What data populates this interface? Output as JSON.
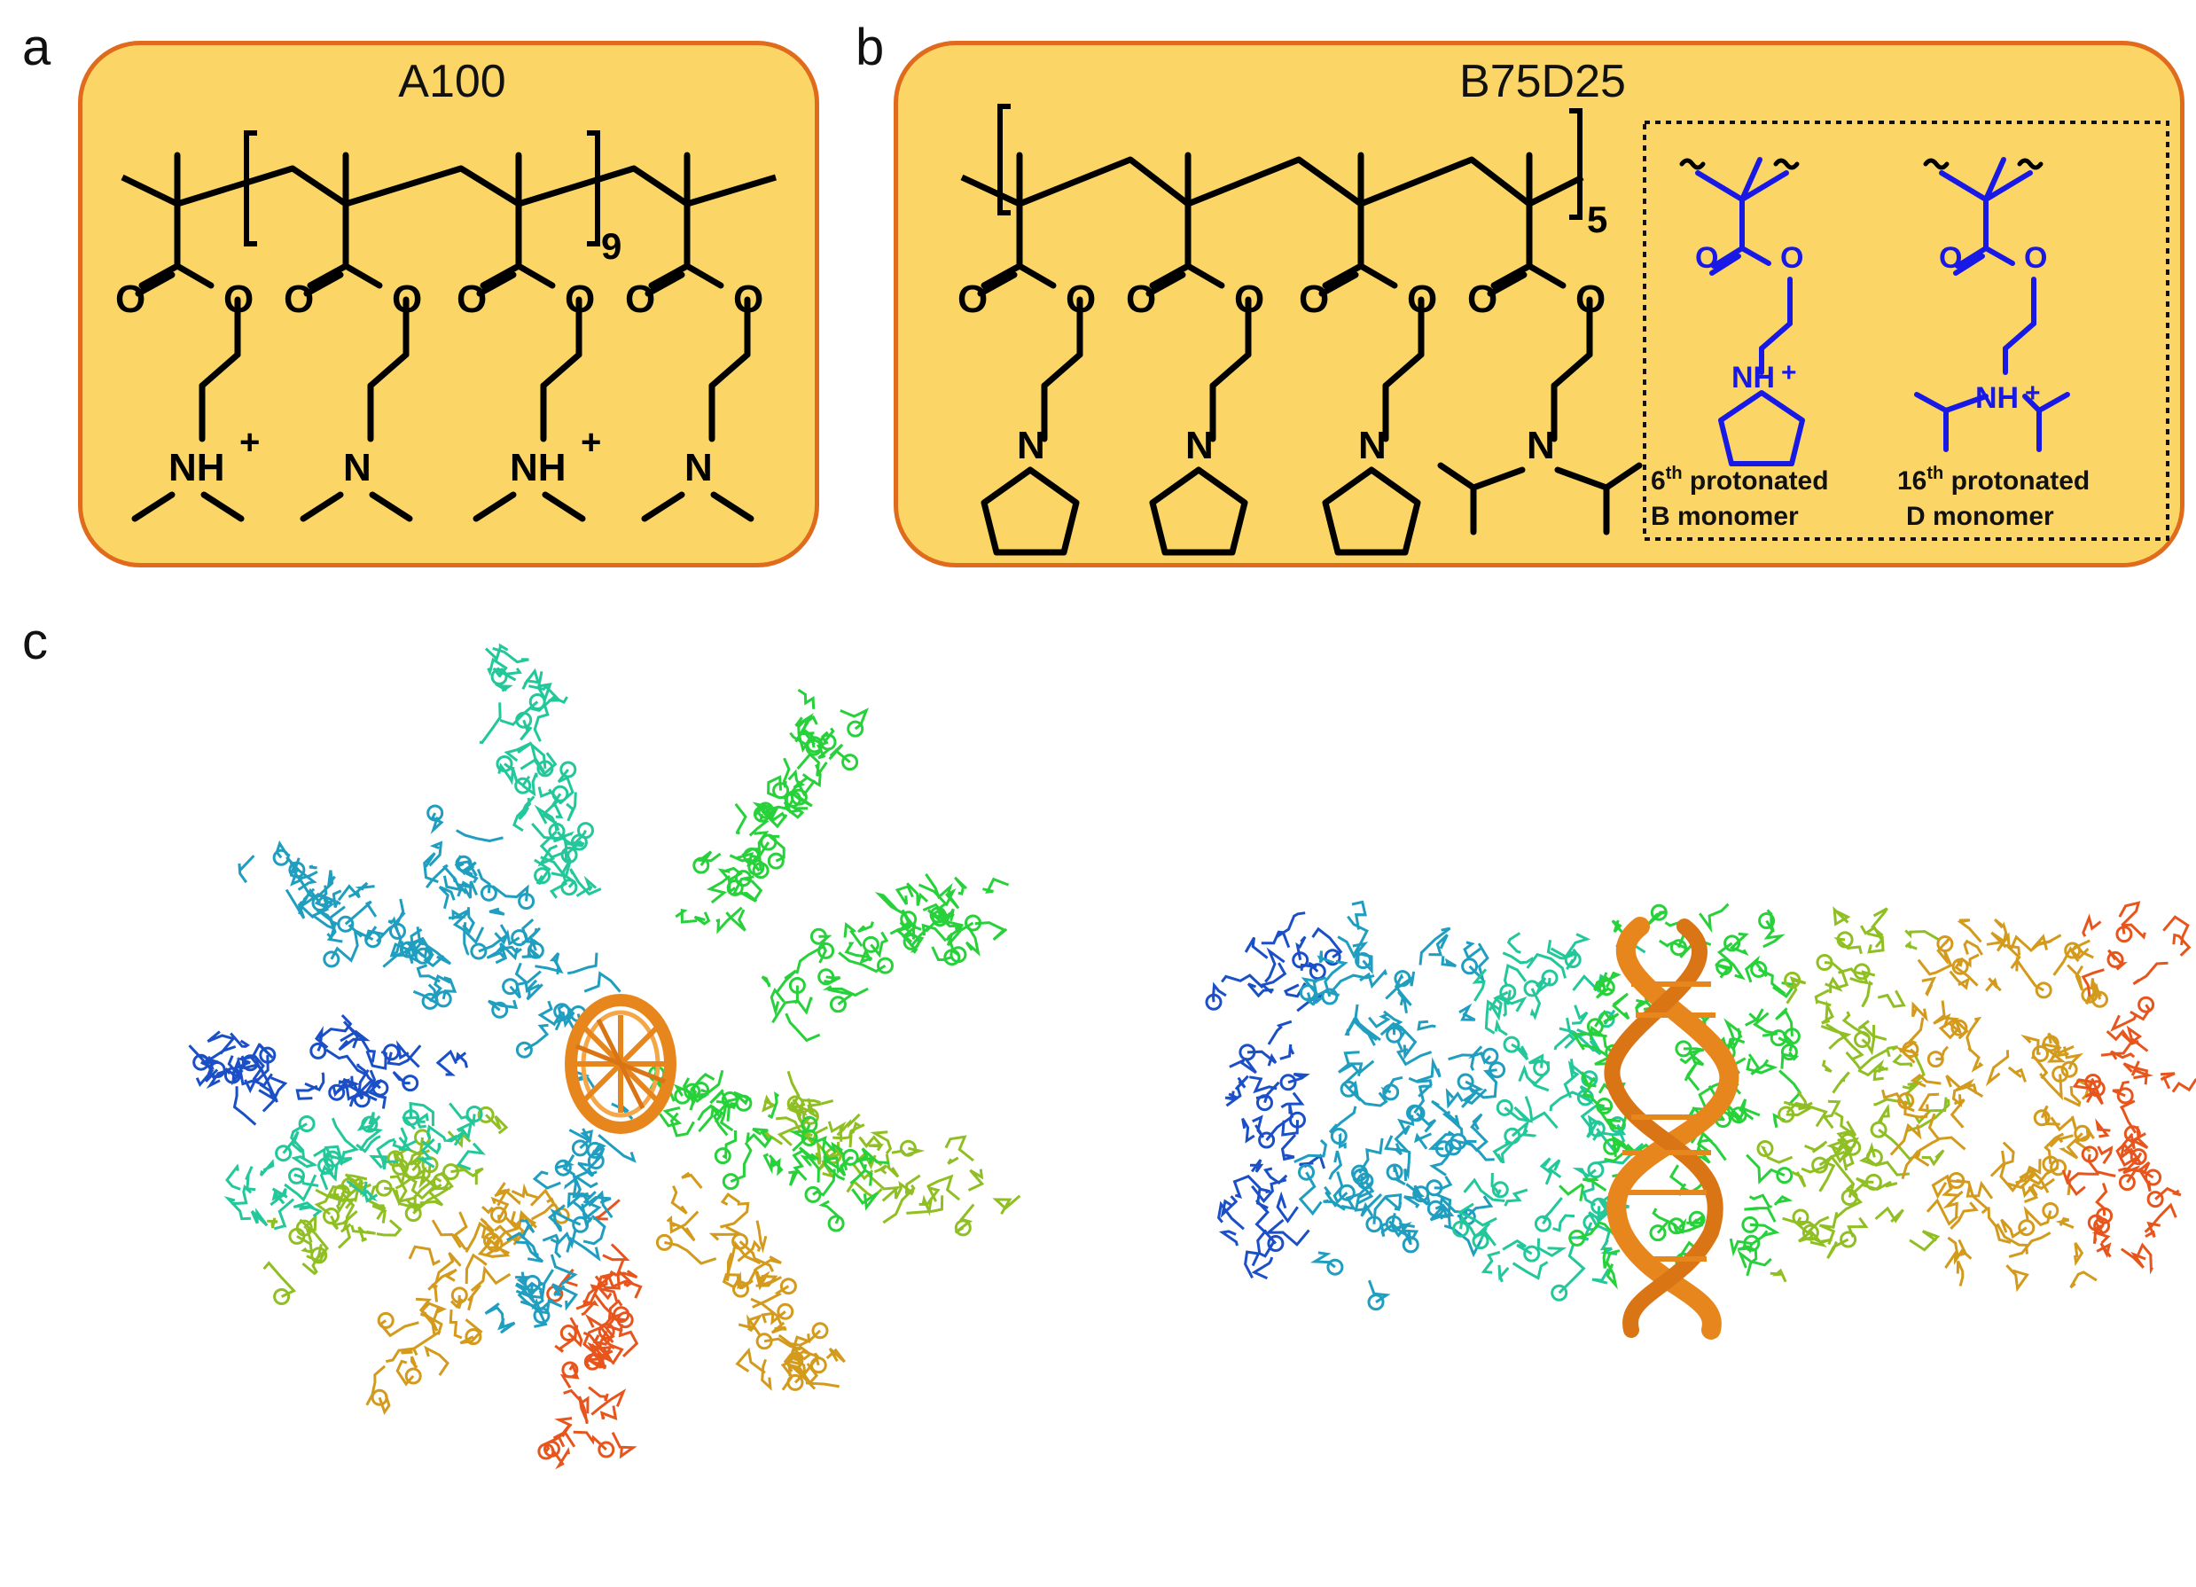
{
  "panels": {
    "a": {
      "letter": "a",
      "title": "A100",
      "repeat_subscript": "9"
    },
    "b": {
      "letter": "b",
      "title": "B75D25",
      "repeat_subscript": "5"
    },
    "c": {
      "letter": "c"
    }
  },
  "atoms": {
    "O": "O",
    "N": "N",
    "NH": "NH",
    "plus": "+"
  },
  "inset": {
    "b_label_line1_num": "6",
    "b_label_line1_sup": "th",
    "b_label_line1_rest": " protonated",
    "b_label_line2": "B monomer",
    "d_label_line1_num": "16",
    "d_label_line1_sup": "th",
    "d_label_line1_rest": " protonated",
    "d_label_line2": "D monomer"
  },
  "colors": {
    "box_fill": "#fbd666",
    "box_border": "#e06b1c",
    "highlight_blue": "#1919e6",
    "dna_orange": "#e8861e",
    "gradient": [
      "#1a4fc7",
      "#1f9ec0",
      "#22c79a",
      "#27d13a",
      "#8fbf22",
      "#d39a1c",
      "#e8551c"
    ]
  }
}
